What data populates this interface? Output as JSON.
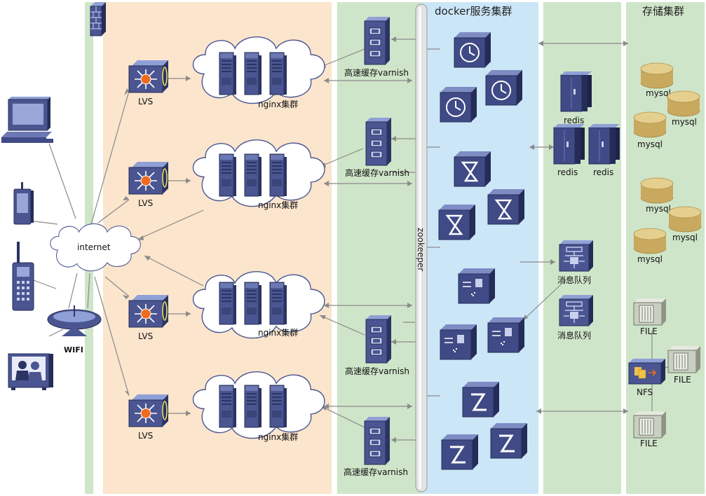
{
  "headers": {
    "docker_cluster": "docker服务集群",
    "storage_cluster": "存储集群"
  },
  "labels": {
    "lvs": "LVS",
    "nginx": "nginx集群",
    "varnish": "高速缓存varnish",
    "internet": "internet",
    "wifi": "WIFI",
    "zookeeper": "zookeeper",
    "redis": "redis",
    "mq": "消息队列",
    "mysql": "mysql",
    "file": "FILE",
    "nfs": "NFS"
  },
  "colors": {
    "lb_zone": "#fbe5cd",
    "green_zone": "#cfe5c9",
    "docker_zone": "#cbe6f7",
    "device_blue": "#44508c",
    "device_dark": "#2b3462",
    "mysql_gold": "#c8a95e",
    "file_gray": "#c9cfc2",
    "lvs_core": "#ef6b1f",
    "connector": "#8a8a8a"
  },
  "icons": [
    "firewall-icon",
    "computer-icon",
    "mobile-phone-icon",
    "cell-phone-icon",
    "tv-icon",
    "wifi-dish-icon",
    "cloud-icon",
    "lvs-switch-icon",
    "server-icon",
    "varnish-cache-icon",
    "clock-icon",
    "router-x-icon",
    "service-box-icon",
    "zed-icon",
    "redis-cabinet-icon",
    "message-queue-icon",
    "mysql-db-icon",
    "file-server-icon",
    "nfs-icon"
  ]
}
